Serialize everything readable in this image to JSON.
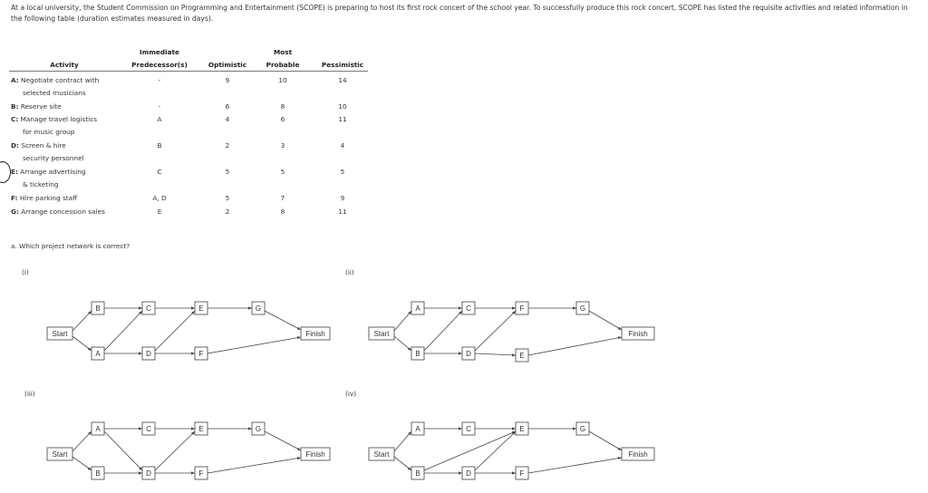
{
  "intro": "At a local university, the Student Commission on Programming and Entertainment (SCOPE) is preparing to host its first rock concert of the school year. To successfully produce this rock concert, SCOPE has listed the requisite activities and related information in the following table (duration estimates measured in days).",
  "table": {
    "headers": {
      "activity": "Activity",
      "pred_l1": "Immediate",
      "pred_l2": "Predecessor(s)",
      "optimistic": "Optimistic",
      "probable_l1": "Most",
      "probable_l2": "Probable",
      "pessimistic": "Pessimistic"
    },
    "rows": [
      {
        "code": "A:",
        "line1": "Negotiate contract with",
        "line2": "selected musicians",
        "pred": "-",
        "opt": "9",
        "prob": "10",
        "pess": "14"
      },
      {
        "code": "B:",
        "line1": "Reserve site",
        "line2": "",
        "pred": "-",
        "opt": "6",
        "prob": "8",
        "pess": "10"
      },
      {
        "code": "C:",
        "line1": "Manage travel logistics",
        "line2": "for music group",
        "pred": "A",
        "opt": "4",
        "prob": "6",
        "pess": "11"
      },
      {
        "code": "D:",
        "line1": "Screen & hire",
        "line2": "security personnel",
        "pred": "B",
        "opt": "2",
        "prob": "3",
        "pess": "4"
      },
      {
        "code": "E:",
        "line1": "Arrange advertising",
        "line2": "& ticketing",
        "pred": "C",
        "opt": "5",
        "prob": "5",
        "pess": "5"
      },
      {
        "code": "F:",
        "line1": "Hire parking staff",
        "line2": "",
        "pred": "A, D",
        "opt": "5",
        "prob": "7",
        "pess": "9"
      },
      {
        "code": "G:",
        "line1": "Arrange concession sales",
        "line2": "",
        "pred": "E",
        "opt": "2",
        "prob": "8",
        "pess": "11"
      }
    ]
  },
  "question": "a. Which project network is correct?",
  "options": [
    {
      "label": "(i)",
      "start": "Start",
      "finish": "Finish",
      "top": [
        "B",
        "C",
        "E",
        "G"
      ],
      "bottom": [
        "A",
        "D",
        "F"
      ]
    },
    {
      "label": "(ii)",
      "start": "Start",
      "finish": "Finish",
      "top": [
        "A",
        "C",
        "F",
        "G"
      ],
      "bottom": [
        "B",
        "D",
        "E"
      ]
    },
    {
      "label": "(iii)",
      "start": "Start",
      "finish": "Finish",
      "top": [
        "A",
        "C",
        "E",
        "G"
      ],
      "bottom": [
        "B",
        "D",
        "F"
      ]
    },
    {
      "label": "(iv)",
      "start": "Start",
      "finish": "Finish",
      "top": [
        "A",
        "C",
        "E",
        "G"
      ],
      "bottom": [
        "B",
        "D",
        "F"
      ]
    }
  ]
}
